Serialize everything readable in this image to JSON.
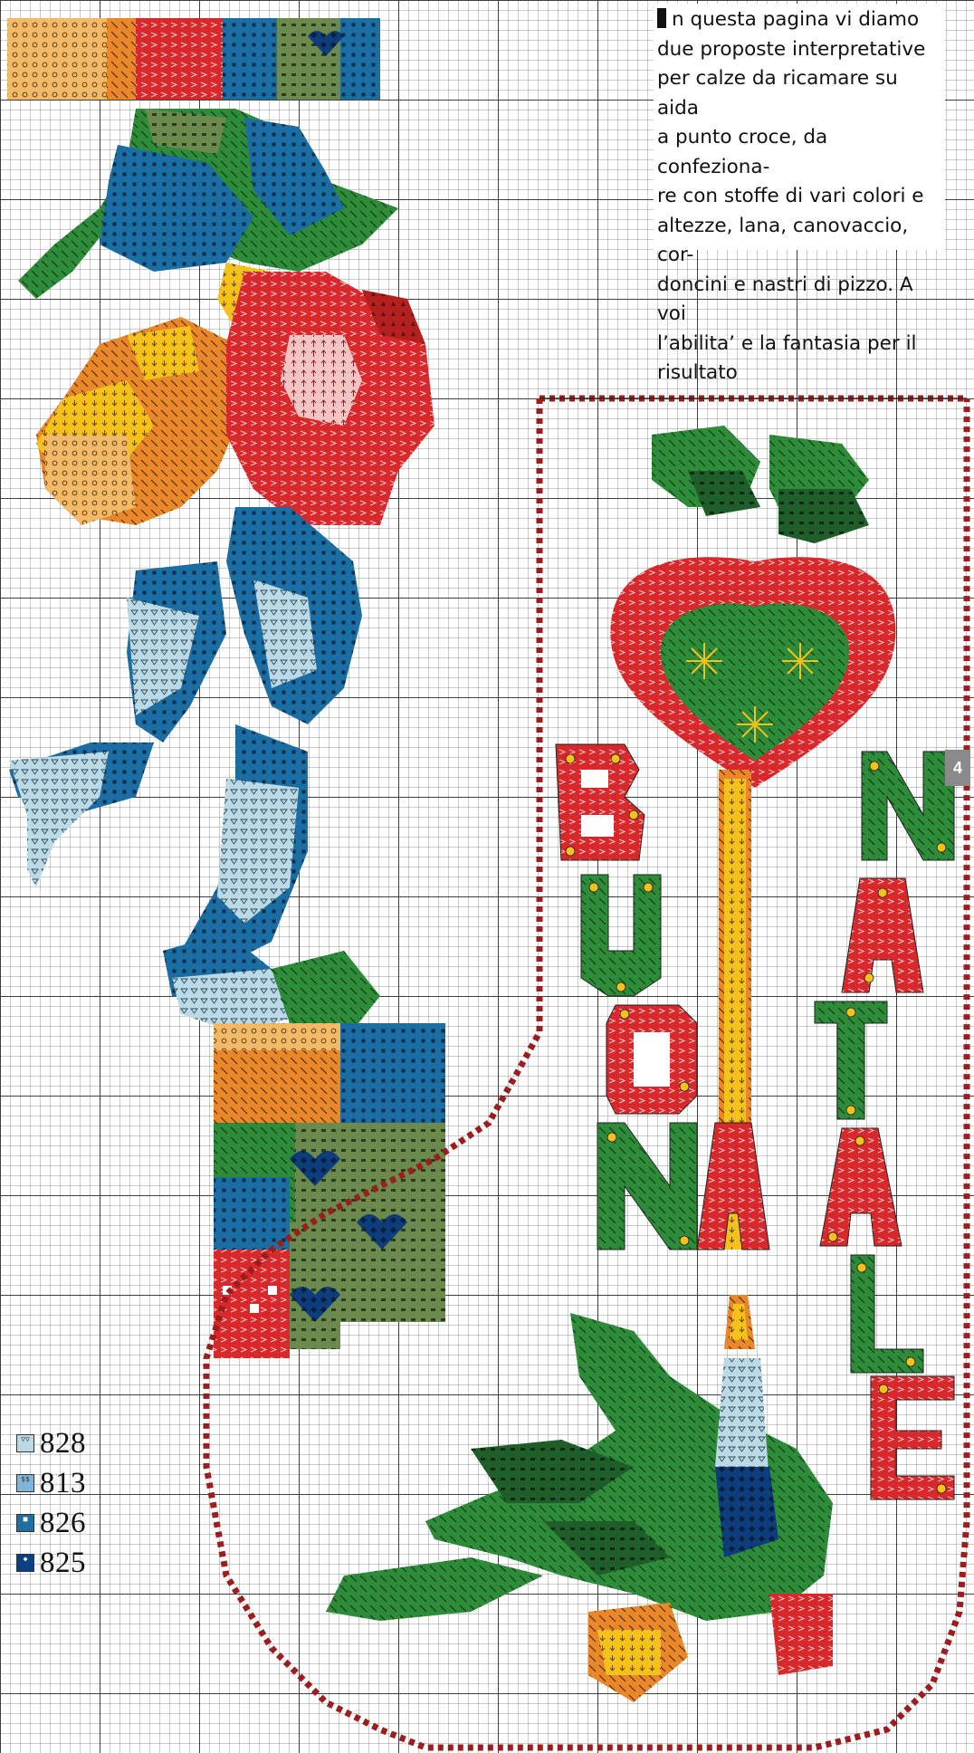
{
  "intro": {
    "lines": [
      "n questa pagina vi diamo",
      "due proposte interpretative",
      "per calze da ricamare su aida",
      "a punto croce, da confeziona-",
      "re con stoffe di vari colori e",
      "altezze, lana, canovaccio, cor-",
      "doncini e nastri di pizzo. A voi",
      "l’abilita’ e la fantasia per il",
      "risultato"
    ]
  },
  "page_number": "4",
  "legend": [
    {
      "symbol": "▽▽",
      "code": "828",
      "color": "#bcd9e6"
    },
    {
      "symbol": "$$",
      "code": "813",
      "color": "#7fb6d8"
    },
    {
      "symbol": "■",
      "code": "826",
      "color": "#1f6fa0"
    },
    {
      "symbol": "◆",
      "code": "825",
      "color": "#0d3f86"
    }
  ],
  "stocking_letters": [
    "B",
    "U",
    "O",
    "N",
    "A",
    "N",
    "A",
    "T",
    "A",
    "L",
    "E"
  ],
  "colors": {
    "red": "#d8282b",
    "dark_red": "#b3201e",
    "green": "#2e8b3a",
    "dark_green": "#1f5d2a",
    "yellow": "#f5c21b",
    "orange": "#e8882a",
    "blue": "#1a6ea3",
    "light_blue": "#a9d2e4",
    "navy": "#0e3d7c",
    "olive": "#6c8a4d"
  }
}
